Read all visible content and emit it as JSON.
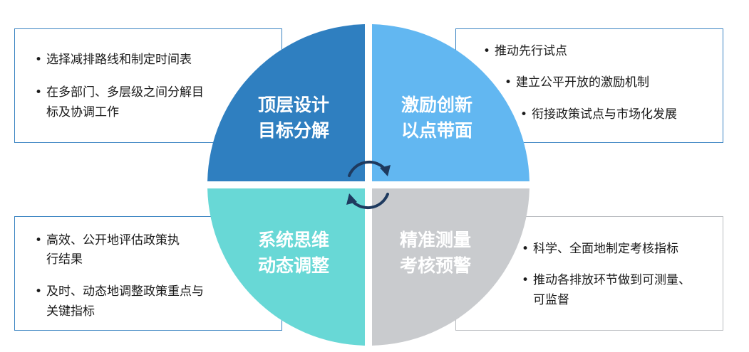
{
  "colors": {
    "top_left": "#2f7fc0",
    "top_right": "#62b7f1",
    "bottom_left": "#68d8d6",
    "bottom_right": "#c9cbce",
    "box_border_blue": "#3b84c2",
    "box_border_gray": "#b9bcc0",
    "cycle_arrows": "#1e3a5f"
  },
  "quadrants": {
    "top_left": {
      "line1": "顶层设计",
      "line2": "目标分解"
    },
    "top_right": {
      "line1": "激励创新",
      "line2": "以点带面"
    },
    "bottom_left": {
      "line1": "系统思维",
      "line2": "动态调整"
    },
    "bottom_right": {
      "line1": "精准测量",
      "line2": "考核预警"
    }
  },
  "boxes": {
    "top_left": {
      "items": [
        "选择减排路线和制定时间表",
        "在多部门、多层级之间分解目",
        "标及协调工作"
      ]
    },
    "top_right": {
      "items": [
        "推动先行试点",
        "建立公平开放的激励机制",
        "衔接政策试点与市场化发展"
      ]
    },
    "bottom_left": {
      "items": [
        "高效、公开地评估政策执",
        "行结果",
        "及时、动态地调整政策重点与",
        "关键指标"
      ]
    },
    "bottom_right": {
      "items": [
        "科学、全面地制定考核指标",
        "推动各排放环节做到可测量、",
        "可监督"
      ]
    }
  },
  "icons": {
    "center": "cycle-arrows-icon"
  }
}
